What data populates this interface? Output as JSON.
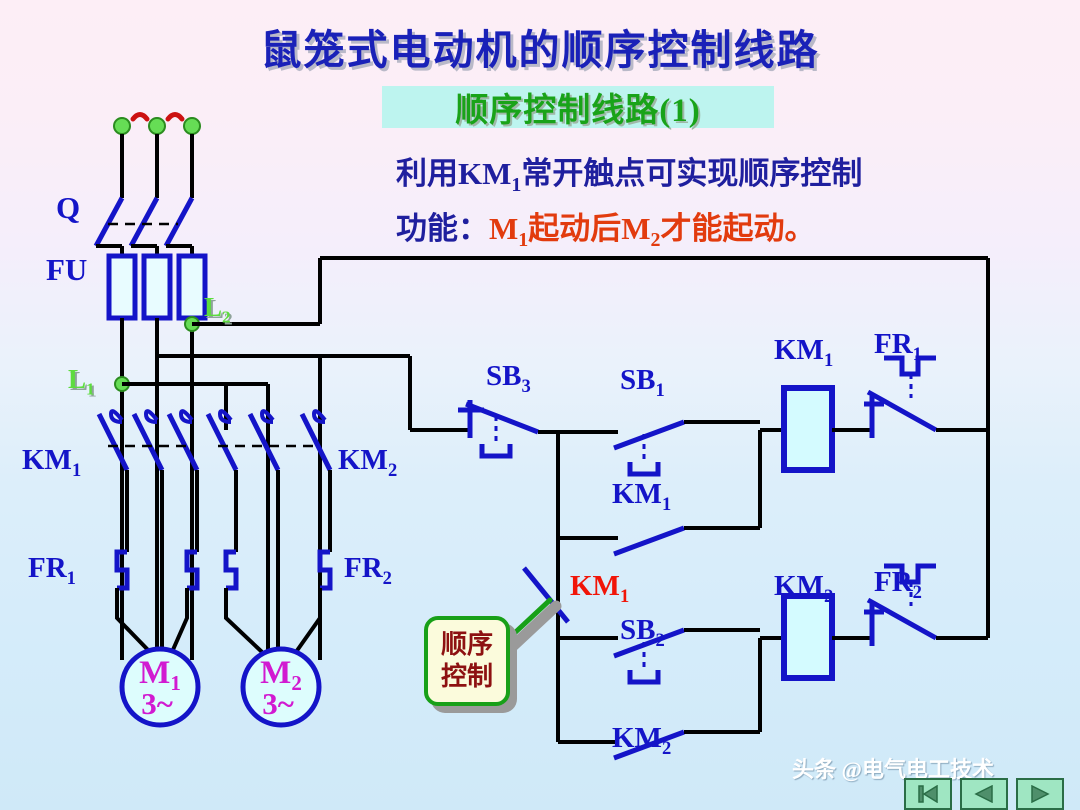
{
  "page": {
    "title": "鼠笼式电动机的顺序控制线路",
    "subtitle": "顺序控制线路(1)",
    "description_line1": "利用KM",
    "description_line1_sub": "1",
    "description_line1_rest": "常开触点可实现顺序控制",
    "description_line2_prefix": "功能：",
    "description_line2_red_a": "M",
    "description_line2_red_a_sub": "1",
    "description_line2_red_b": "起动后M",
    "description_line2_red_b_sub": "2",
    "description_line2_red_c": "才能起动。"
  },
  "colors": {
    "title_blue": "#1a21b8",
    "subtitle_green": "#19a319",
    "subtitle_band": "#bdf4ef",
    "label_blue": "#1414c8",
    "label_green": "#5ddc3e",
    "accent_red": "#f11508",
    "desc_red": "#e23b0e",
    "wire_black": "#000000",
    "symbol_blue": "#1414c8",
    "coil_fill": "#d4fbff",
    "motor_text": "#d11ad1",
    "node_green": "#66dd55",
    "tilde_red": "#cc1111",
    "callout_fill": "#fbfbdc",
    "callout_border": "#18a018",
    "callout_text": "#8d1111"
  },
  "power_section": {
    "supply_marks": [
      "~",
      "~"
    ],
    "terminals": 3,
    "labels": [
      {
        "name": "Q",
        "text": "Q",
        "sub": ""
      },
      {
        "name": "FU",
        "text": "FU",
        "sub": ""
      },
      {
        "name": "L2",
        "text": "L",
        "sub": "2"
      },
      {
        "name": "L1",
        "text": "L",
        "sub": "1"
      }
    ]
  },
  "main_circuit": {
    "branches": [
      {
        "contactor": "KM",
        "contactor_sub": "1",
        "relay": "FR",
        "relay_sub": "1",
        "motor": "M",
        "motor_sub": "1",
        "motor_phase": "3~"
      },
      {
        "contactor": "KM",
        "contactor_sub": "2",
        "relay": "FR",
        "relay_sub": "2",
        "motor": "M",
        "motor_sub": "2",
        "motor_phase": "3~"
      }
    ]
  },
  "control_circuit": {
    "rung1": {
      "stop_button": {
        "text": "SB",
        "sub": "3",
        "type": "nc-pushbutton"
      },
      "start_button": {
        "text": "SB",
        "sub": "1",
        "type": "no-pushbutton"
      },
      "seal_contact": {
        "text": "KM",
        "sub": "1",
        "type": "no-contact"
      },
      "coil": {
        "text": "KM",
        "sub": "1"
      },
      "overload_contact": {
        "text": "FR",
        "sub": "1",
        "type": "nc-thermal"
      }
    },
    "rung2": {
      "interlock_contact": {
        "text": "KM",
        "sub": "1",
        "type": "no-contact",
        "highlight": true
      },
      "start_button": {
        "text": "SB",
        "sub": "2",
        "type": "no-pushbutton"
      },
      "seal_contact": {
        "text": "KM",
        "sub": "2",
        "type": "no-contact"
      },
      "coil": {
        "text": "KM",
        "sub": "2"
      },
      "overload_contact": {
        "text": "FR",
        "sub": "2",
        "type": "nc-thermal"
      }
    }
  },
  "callout": {
    "line1": "顺序",
    "line2": "控制"
  },
  "footer": {
    "watermark": "头条 @电气电工技术",
    "nav_buttons": [
      {
        "name": "first-slide-button",
        "icon": "first-icon"
      },
      {
        "name": "previous-slide-button",
        "icon": "prev-icon"
      },
      {
        "name": "next-slide-button",
        "icon": "next-icon"
      }
    ]
  }
}
